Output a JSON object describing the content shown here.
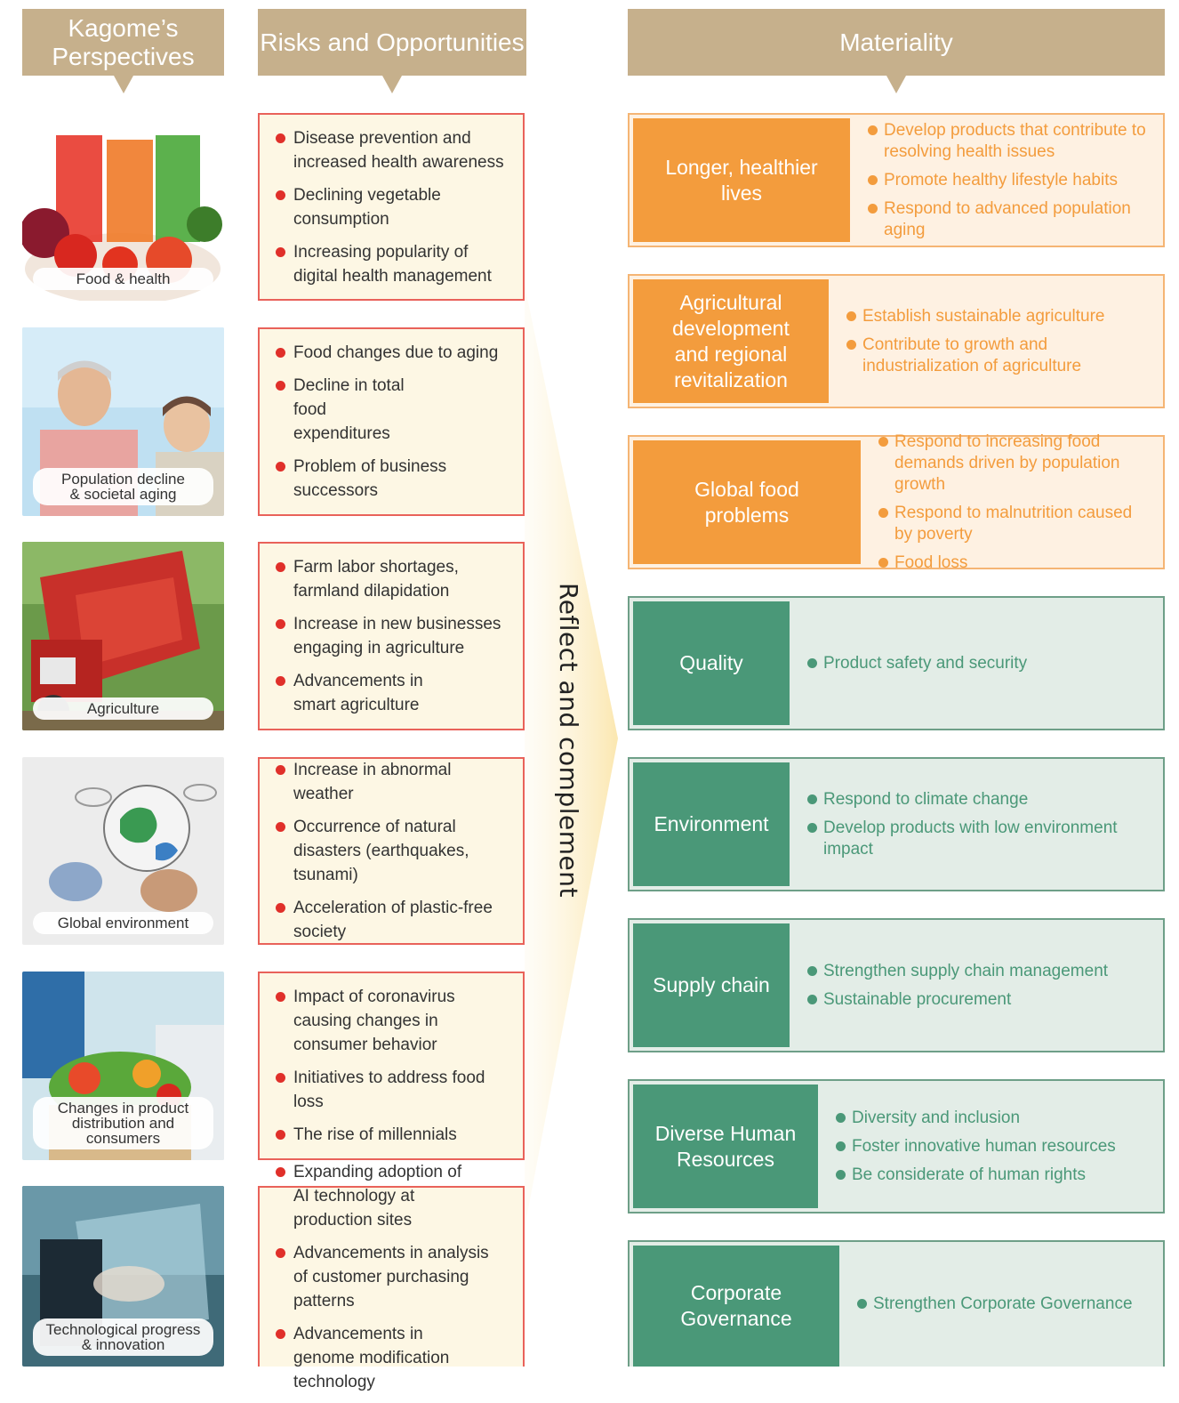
{
  "headers": {
    "perspectives": "Kagome's Perspectives",
    "perspectives_line1": "Kagome’s",
    "perspectives_line2": "Perspectives",
    "risks": "Risks and Opportunities",
    "materiality": "Materiality"
  },
  "perspectives": [
    {
      "label_line1": "Food & health",
      "label_line2": ""
    },
    {
      "label_line1": "Population decline",
      "label_line2": "& societal aging"
    },
    {
      "label_line1": "Agriculture",
      "label_line2": ""
    },
    {
      "label_line1": "Global environment",
      "label_line2": ""
    },
    {
      "label_line1": "Changes in product",
      "label_line2": "distribution and consumers"
    },
    {
      "label_line1": "Technological progress",
      "label_line2": "& innovation"
    }
  ],
  "risks": [
    [
      "Disease prevention and increased health awareness",
      "Declining vegetable consumption",
      "Increasing popularity of digital health management"
    ],
    [
      "Food changes due to aging",
      "Decline in total food expenditures",
      "Problem of business successors"
    ],
    [
      "Farm labor shortages, farmland dilapidation",
      "Increase in new businesses engaging in agriculture",
      "Advancements in smart agriculture"
    ],
    [
      "Increase in abnormal weather",
      "Occurrence of natural disasters (earthquakes, tsunami)",
      "Acceleration of plastic-free society"
    ],
    [
      "Impact of coronavirus causing changes in consumer behavior",
      "Initiatives to address food loss",
      "The rise of millennials"
    ],
    [
      "Expanding adoption of AI technology at production sites",
      "Advancements in analysis of customer purchasing patterns",
      "Advancements in genome modification technology"
    ]
  ],
  "reflect_label": "Reflect and complement",
  "materiality": [
    {
      "title": "Longer, healthier lives",
      "color": "orange",
      "items": [
        "Develop products that contribute to resolving health issues",
        "Promote healthy lifestyle habits",
        "Respond to advanced population aging"
      ]
    },
    {
      "title": "Agricultural development and regional revitalization",
      "color": "orange",
      "items": [
        "Establish sustainable agriculture",
        "Contribute to growth and industrialization of agriculture"
      ]
    },
    {
      "title": "Global food problems",
      "color": "orange",
      "items": [
        "Respond to increasing food demands driven by population growth",
        "Respond to malnutrition caused by poverty",
        "Food loss"
      ]
    },
    {
      "title": "Quality",
      "color": "green",
      "items": [
        "Product safety and security"
      ]
    },
    {
      "title": "Environment",
      "color": "green",
      "items": [
        "Respond to climate change",
        "Develop products with low environment impact"
      ]
    },
    {
      "title": "Supply chain",
      "color": "green",
      "items": [
        "Strengthen supply chain management",
        "Sustainable procurement"
      ]
    },
    {
      "title": "Diverse Human Resources",
      "color": "green",
      "items": [
        "Diversity and inclusion",
        "Foster innovative human resources",
        "Be considerate of human rights"
      ]
    },
    {
      "title": "Corporate Governance",
      "color": "green",
      "items": [
        "Strengthen Corporate Governance"
      ]
    }
  ],
  "colors": {
    "header": "#c6b08c",
    "orange": "#f39c3d",
    "green": "#4a9878",
    "risk_bullet": "#e0302a",
    "risk_border": "#e9625a"
  }
}
